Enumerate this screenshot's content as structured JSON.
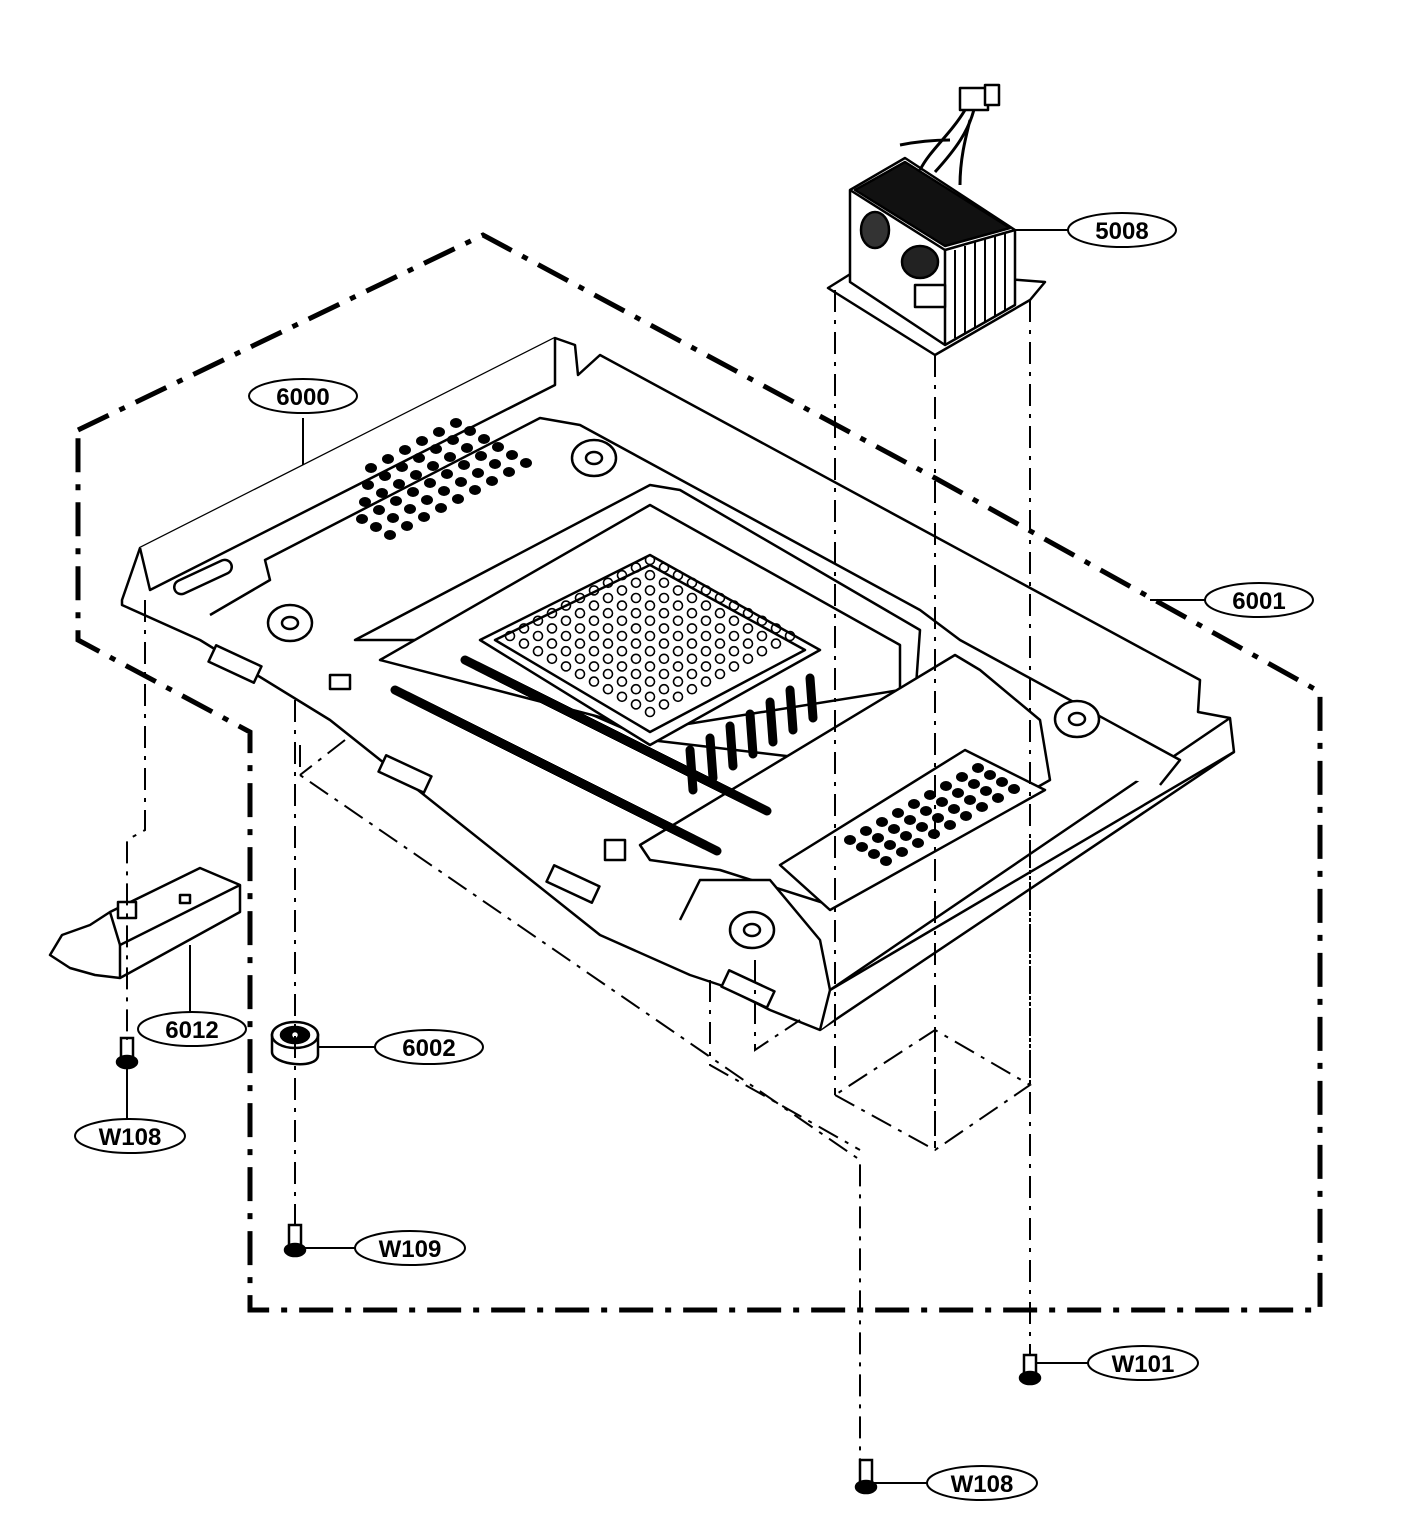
{
  "colors": {
    "ink": "#000000",
    "paper": "#ffffff"
  },
  "callouts": [
    {
      "id": "5008",
      "label": "5008"
    },
    {
      "id": "6000",
      "label": "6000"
    },
    {
      "id": "6001",
      "label": "6001"
    },
    {
      "id": "6012",
      "label": "6012"
    },
    {
      "id": "6002",
      "label": "6002"
    },
    {
      "id": "W108a",
      "label": "W108"
    },
    {
      "id": "W109",
      "label": "W109"
    },
    {
      "id": "W101",
      "label": "W101"
    },
    {
      "id": "W108b",
      "label": "W108"
    }
  ]
}
